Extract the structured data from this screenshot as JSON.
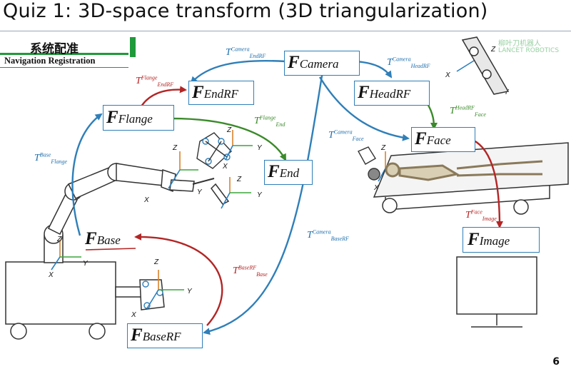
{
  "slide": {
    "title": "Quiz 1: 3D-space transform (3D triangularization)",
    "page_number": "6"
  },
  "header": {
    "nav_cn": "系统配准",
    "nav_en": "Navigation Registration",
    "watermark_cn": "柳叶刀机器人",
    "watermark_en": "LANCET ROBOTICS"
  },
  "frames": {
    "camera": {
      "F": "F",
      "sub": "Camera"
    },
    "endrf": {
      "F": "F",
      "sub": "EndRF"
    },
    "headrf": {
      "F": "F",
      "sub": "HeadRF"
    },
    "flange": {
      "F": "F",
      "sub": "Flange"
    },
    "face": {
      "F": "F",
      "sub": "Face"
    },
    "end": {
      "F": "F",
      "sub": "End"
    },
    "base": {
      "F": "F",
      "sub": "Base"
    },
    "image": {
      "F": "F",
      "sub": "Image"
    },
    "baserf": {
      "F": "F",
      "sub": "BaseRF"
    }
  },
  "transforms": {
    "camera_endrf": {
      "T": "T",
      "sup": "Camera",
      "sub": "EndRF",
      "color": "#1f6fae"
    },
    "camera_headrf": {
      "T": "T",
      "sup": "Camera",
      "sub": "HeadRF",
      "color": "#1f6fae"
    },
    "flange_endrf": {
      "T": "T",
      "sup": "Flange",
      "sub": "EndRF",
      "color": "#b32525"
    },
    "flange_end": {
      "T": "T",
      "sup": "Flange",
      "sub": "End",
      "color": "#3a8a2a"
    },
    "headrf_face": {
      "T": "T",
      "sup": "HeadRF",
      "sub": "Face",
      "color": "#3a8a2a"
    },
    "camera_face": {
      "T": "T",
      "sup": "Camera",
      "sub": "Face",
      "color": "#1f6fae"
    },
    "base_flange": {
      "T": "T",
      "sup": "Base",
      "sub": "Flange",
      "color": "#1f6fae"
    },
    "face_image": {
      "T": "T",
      "sup": "Face",
      "sub": "Image",
      "color": "#b32525"
    },
    "camera_baserf": {
      "T": "T",
      "sup": "Camera",
      "sub": "BaseRF",
      "color": "#1f6fae"
    },
    "baserf_base": {
      "T": "T",
      "sup": "BaseRF",
      "sub": "Base",
      "color": "#b32525"
    }
  },
  "axes_labels": {
    "x": "X",
    "y": "Y",
    "z": "Z"
  },
  "colors": {
    "blue_arrow": "#2f7fb8",
    "red_arrow": "#b32525",
    "green_arrow": "#3a8a2a",
    "axis_z": "#d9822b",
    "axis_y": "#3aa63a",
    "axis_x": "#2a7fbf"
  }
}
